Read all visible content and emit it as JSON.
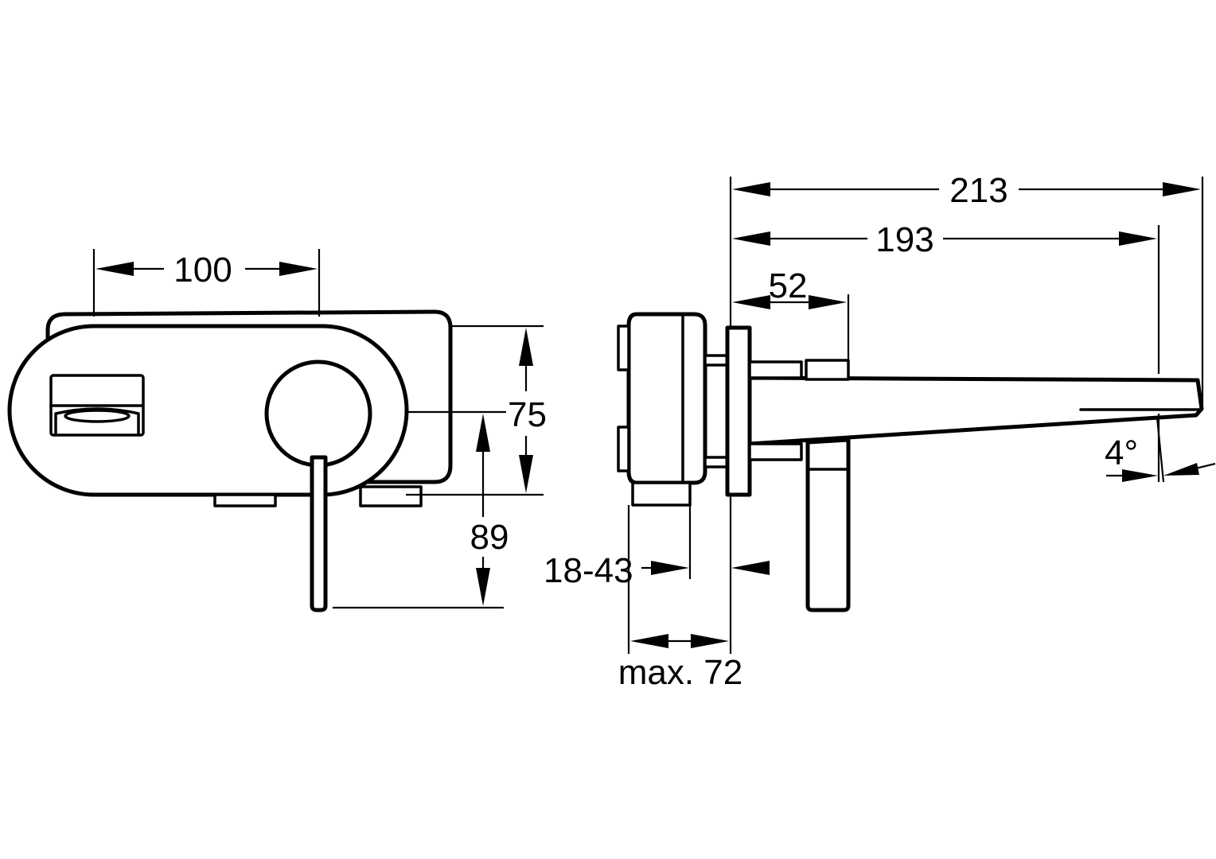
{
  "dimensions": {
    "front_width": "100",
    "front_height": "75",
    "lever_height": "89",
    "total_length": "213",
    "spout_length": "193",
    "spout_offset": "52",
    "wall_range": "18-43",
    "max_depth": "max. 72",
    "spout_angle": "4°"
  }
}
